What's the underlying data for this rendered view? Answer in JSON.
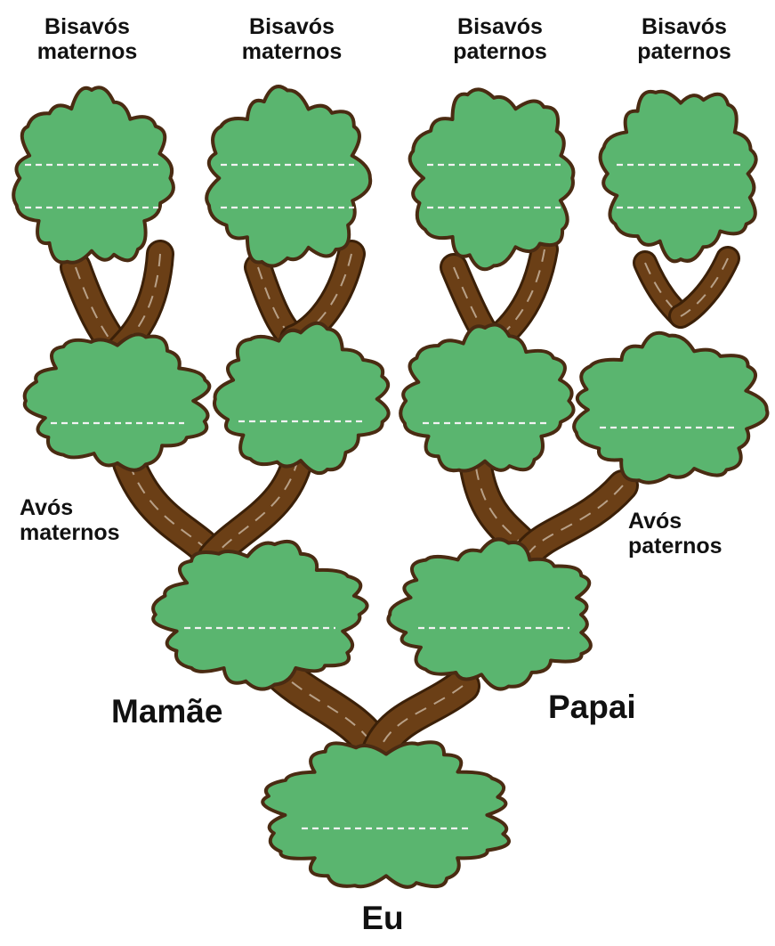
{
  "colors": {
    "foliage": "#5ab56f",
    "foliage_outline": "#4a2b12",
    "trunk": "#6b3f16",
    "trunk_outline": "#3b2008",
    "bark_line": "#d9cbb8",
    "name_line": "#f2f2f2"
  },
  "labels": {
    "great_maternal_1": [
      "Bisavós",
      "maternos"
    ],
    "great_maternal_2": [
      "Bisavós",
      "maternos"
    ],
    "great_paternal_1": [
      "Bisavós",
      "paternos"
    ],
    "great_paternal_2": [
      "Bisavós",
      "paternos"
    ],
    "grand_maternal": [
      "Avós",
      "maternos"
    ],
    "grand_paternal": [
      "Avós",
      "paternos"
    ],
    "mother": "Mamãe",
    "father": "Papai",
    "self": "Eu"
  }
}
